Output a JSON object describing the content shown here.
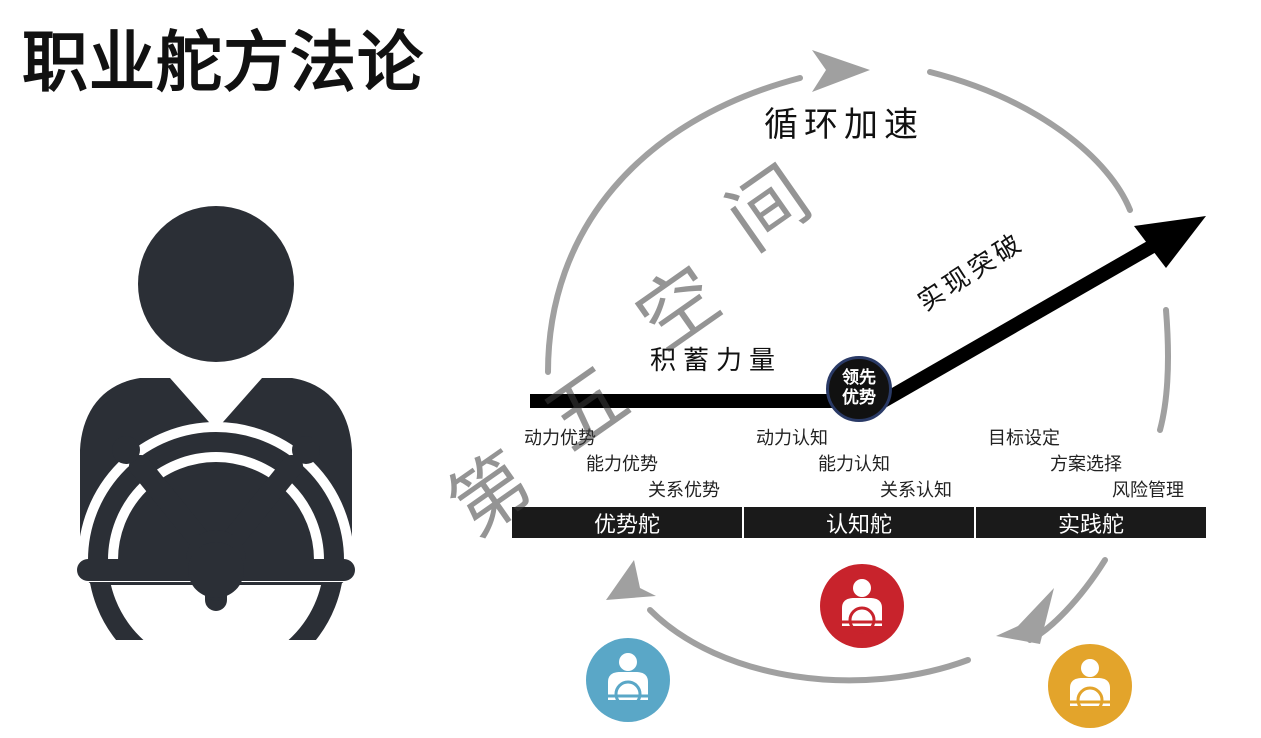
{
  "title": "职业舵方法论",
  "cycle_label": "循环加速",
  "accumulate_label": "积蓄力量",
  "breakthrough_label": "实现突破",
  "lead_badge": "领先优势",
  "watermark": [
    "第",
    "五",
    "空",
    "间"
  ],
  "helms": [
    {
      "name": "优势舵",
      "items": [
        "动力优势",
        "能力优势",
        "关系优势"
      ],
      "color": "#5aa7c7"
    },
    {
      "name": "认知舵",
      "items": [
        "动力认知",
        "能力认知",
        "关系认知"
      ],
      "color": "#c8232c"
    },
    {
      "name": "实践舵",
      "items": [
        "目标设定",
        "方案选择",
        "风险管理"
      ],
      "color": "#e3a42b"
    }
  ],
  "icons": {
    "main": "helmsman-icon",
    "helm": "helmsman-icon"
  },
  "colors": {
    "dark": "#2b2f36",
    "arrow": "#000000",
    "cycle": "#a0a0a0",
    "bar": "#1a1a1a"
  }
}
